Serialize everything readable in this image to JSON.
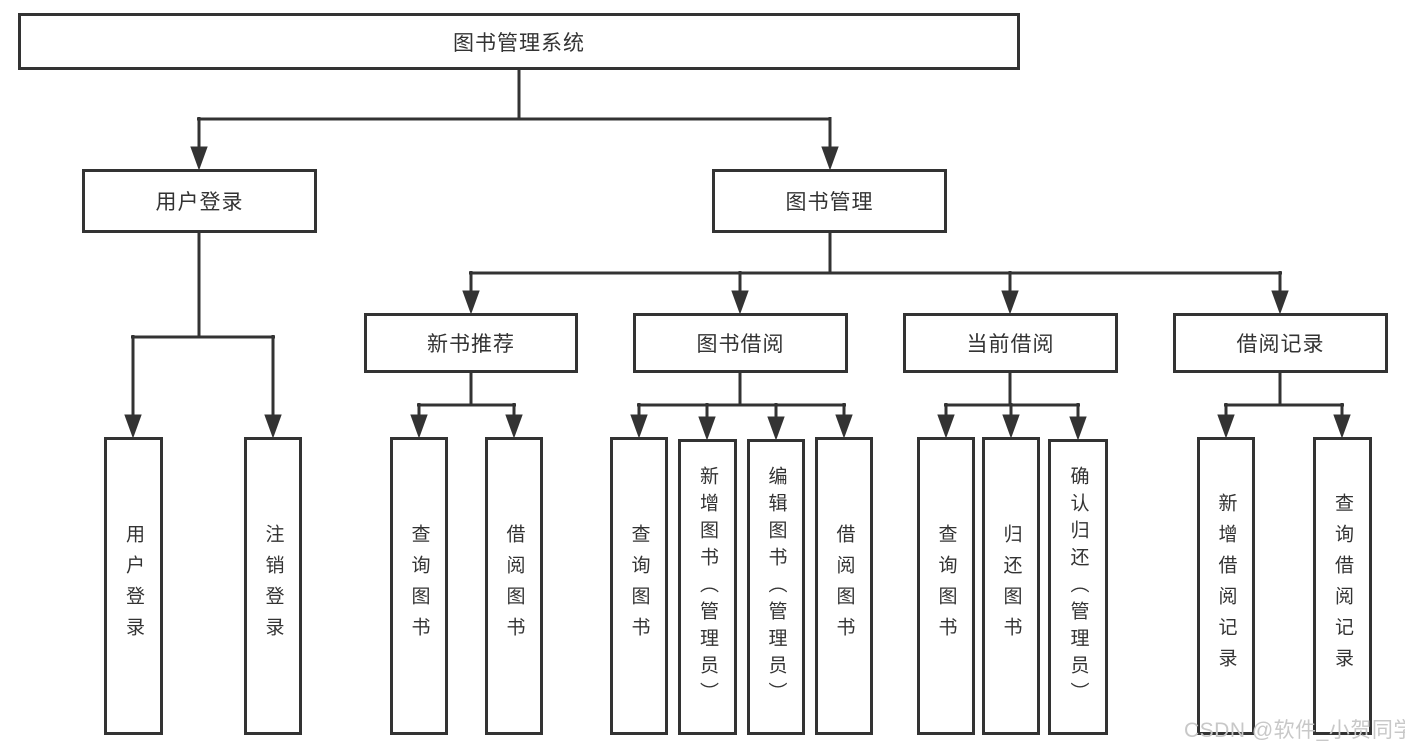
{
  "diagram": {
    "title": "图书管理系统",
    "nodes": {
      "root": {
        "label": "图书管理系统"
      },
      "level2": [
        {
          "label": "用户登录"
        },
        {
          "label": "图书管理"
        }
      ],
      "level3": [
        {
          "label": "新书推荐"
        },
        {
          "label": "图书借阅"
        },
        {
          "label": "当前借阅"
        },
        {
          "label": "借阅记录"
        }
      ],
      "level4": [
        {
          "label": "用户登录",
          "parent": "用户登录"
        },
        {
          "label": "注销登录",
          "parent": "用户登录"
        },
        {
          "label": "查询图书",
          "parent": "新书推荐"
        },
        {
          "label": "借阅图书",
          "parent": "新书推荐"
        },
        {
          "label": "查询图书",
          "parent": "图书借阅"
        },
        {
          "label": "新增图书（管理员）",
          "parent": "图书借阅"
        },
        {
          "label": "编辑图书（管理员）",
          "parent": "图书借阅"
        },
        {
          "label": "借阅图书",
          "parent": "图书借阅"
        },
        {
          "label": "查询图书",
          "parent": "当前借阅"
        },
        {
          "label": "归还图书",
          "parent": "当前借阅"
        },
        {
          "label": "确认归还（管理员）",
          "parent": "当前借阅"
        },
        {
          "label": "新增借阅记录",
          "parent": "借阅记录"
        },
        {
          "label": "查询借阅记录",
          "parent": "借阅记录"
        }
      ]
    }
  },
  "watermark": {
    "text": "CSDN @软件_小贺同学"
  },
  "colors": {
    "line": "#333333",
    "box_border": "#333333",
    "text": "#333333",
    "background": "#ffffff",
    "watermark": "#c8c8c8"
  }
}
